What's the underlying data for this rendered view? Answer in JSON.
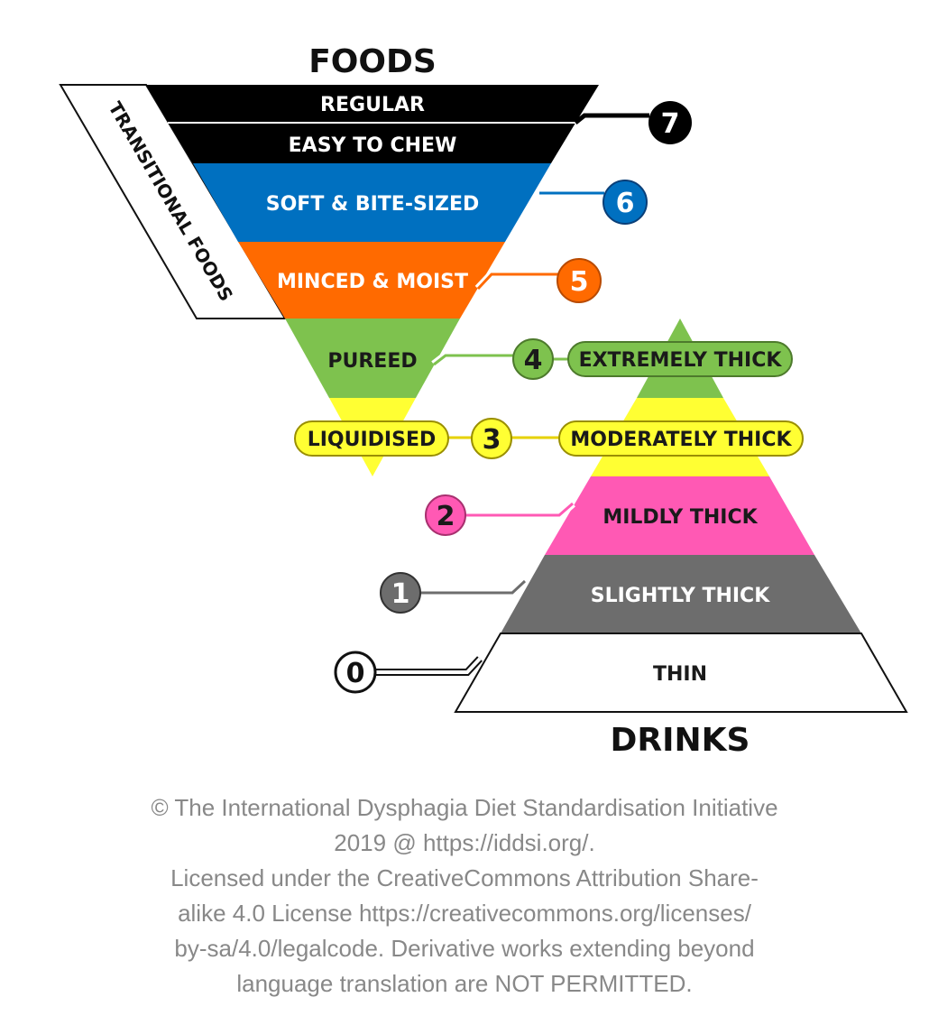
{
  "foods_heading": "FOODS",
  "drinks_heading": "DRINKS",
  "transitional_label": "TRANSITIONAL FOODS",
  "levels": [
    {
      "number": "7",
      "food": [
        "REGULAR",
        "EASY TO CHEW"
      ],
      "drink": "",
      "color": "#000000"
    },
    {
      "number": "6",
      "food": [
        "SOFT & BITE-SIZED"
      ],
      "drink": "",
      "color": "#0070c0"
    },
    {
      "number": "5",
      "food": [
        "MINCED & MOIST"
      ],
      "drink": "",
      "color": "#ff6a00"
    },
    {
      "number": "4",
      "food": [
        "PUREED"
      ],
      "drink": "EXTREMELY THICK",
      "color": "#7ec24e"
    },
    {
      "number": "3",
      "food": [
        "LIQUIDISED"
      ],
      "drink": "MODERATELY THICK",
      "color": "#ffff33"
    },
    {
      "number": "2",
      "food": [],
      "drink": "MILDLY THICK",
      "color": "#ff59b4"
    },
    {
      "number": "1",
      "food": [],
      "drink": "SLIGHTLY THICK",
      "color": "#6d6d6d"
    },
    {
      "number": "0",
      "food": [],
      "drink": "THIN",
      "color": "#ffffff"
    }
  ],
  "copyright_lines": [
    "© The International Dysphagia Diet Standardisation Initiative",
    "2019 @ https://iddsi.org/.",
    "Licensed under the CreativeCommons Attribution Share-",
    "alike 4.0 License https://creativecommons.org/licenses/",
    "by-sa/4.0/legalcode. Derivative works extending beyond",
    "language translation are NOT PERMITTED."
  ]
}
